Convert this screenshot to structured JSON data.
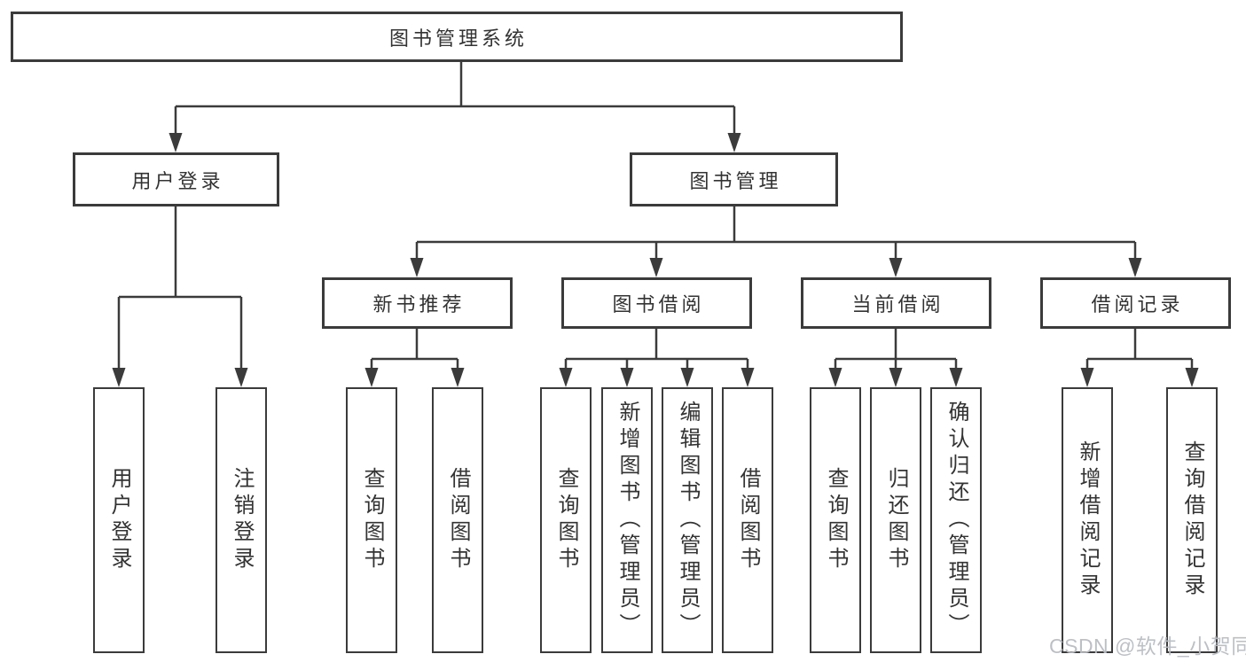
{
  "diagram": {
    "title_node": "图书管理系统",
    "nodes": {
      "root": {
        "label": "图书管理系统"
      },
      "user_login": {
        "label": "用户登录"
      },
      "book_mgmt": {
        "label": "图书管理"
      },
      "new_book_rec": {
        "label": "新书推荐"
      },
      "book_borrow": {
        "label": "图书借阅"
      },
      "current_borrow": {
        "label": "当前借阅"
      },
      "borrow_record": {
        "label": "借阅记录"
      },
      "leaf_user_login": {
        "label": "用户登录"
      },
      "leaf_logout": {
        "label": "注销登录"
      },
      "leaf_query_book_1": {
        "label": "查询图书"
      },
      "leaf_borrow_book_1": {
        "label": "借阅图书"
      },
      "leaf_query_book_2": {
        "label": "查询图书"
      },
      "leaf_add_book": {
        "label": "新增图书（管理员）"
      },
      "leaf_edit_book": {
        "label": "编辑图书（管理员）"
      },
      "leaf_borrow_book_2": {
        "label": "借阅图书"
      },
      "leaf_query_book_3": {
        "label": "查询图书"
      },
      "leaf_return_book": {
        "label": "归还图书"
      },
      "leaf_confirm_return": {
        "label": "确认归还（管理员）"
      },
      "leaf_add_borrow_rec": {
        "label": "新增借阅记录"
      },
      "leaf_query_borrow_rec": {
        "label": "查询借阅记录"
      }
    },
    "hierarchy": {
      "图书管理系统": {
        "用户登录": [
          "用户登录",
          "注销登录"
        ],
        "图书管理": {
          "新书推荐": [
            "查询图书",
            "借阅图书"
          ],
          "图书借阅": [
            "查询图书",
            "新增图书（管理员）",
            "编辑图书（管理员）",
            "借阅图书"
          ],
          "当前借阅": [
            "查询图书",
            "归还图书",
            "确认归还（管理员）"
          ],
          "借阅记录": [
            "新增借阅记录",
            "查询借阅记录"
          ]
        }
      }
    }
  },
  "watermark": {
    "text": "CSDN @软件_小贺同学"
  },
  "colors": {
    "background": "#ffffff",
    "box_fill": "#ffffff",
    "box_border": "#3b3b3b",
    "line": "#3b3b3b",
    "text": "#333333",
    "watermark": "#b9bdc2"
  }
}
